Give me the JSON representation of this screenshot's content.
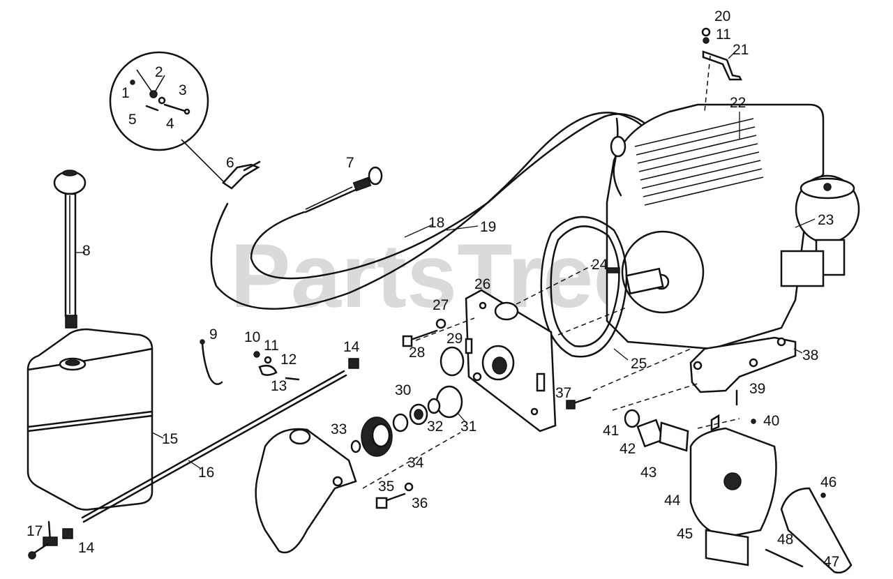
{
  "watermark": "PartsTree",
  "labels": {
    "l1": "1",
    "l2": "2",
    "l3": "3",
    "l4": "4",
    "l5": "5",
    "l6": "6",
    "l7": "7",
    "l8": "8",
    "l9": "9",
    "l10": "10",
    "l11a": "11",
    "l11b": "11",
    "l12": "12",
    "l13": "13",
    "l14a": "14",
    "l14b": "14",
    "l15": "15",
    "l16": "16",
    "l17": "17",
    "l18": "18",
    "l19": "19",
    "l20": "20",
    "l21": "21",
    "l22": "22",
    "l23": "23",
    "l24": "24",
    "l25": "25",
    "l26": "26",
    "l27": "27",
    "l28": "28",
    "l29": "29",
    "l30": "30",
    "l31": "31",
    "l32": "32",
    "l33": "33",
    "l34": "34",
    "l35": "35",
    "l36": "36",
    "l37": "37",
    "l38": "38",
    "l39": "39",
    "l40": "40",
    "l41": "41",
    "l42": "42",
    "l43": "43",
    "l44": "44",
    "l45": "45",
    "l46": "46",
    "l47": "47",
    "l48": "48"
  }
}
